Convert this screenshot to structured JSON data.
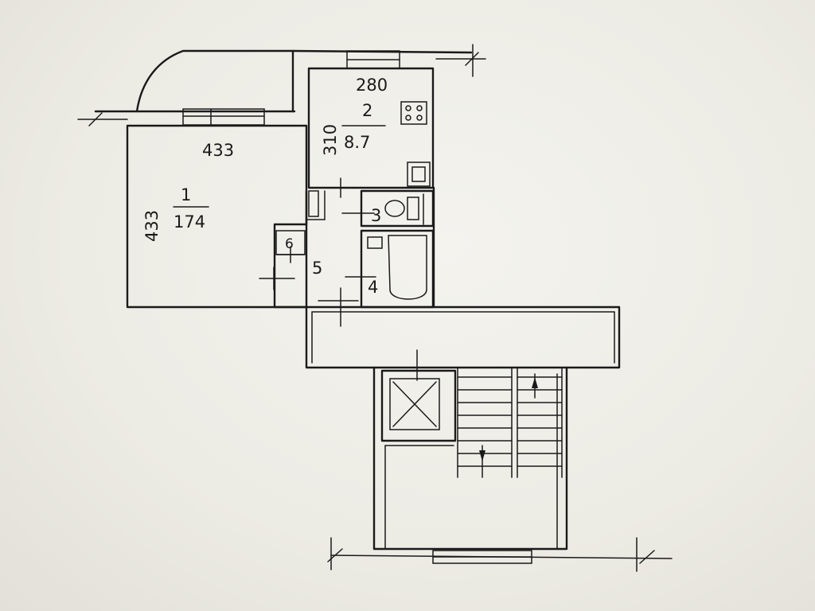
{
  "rooms": [
    {
      "number": "1",
      "area": "174"
    },
    {
      "number": "2",
      "area": "8.7"
    },
    {
      "number": "3"
    },
    {
      "number": "4"
    },
    {
      "number": "5"
    },
    {
      "number": "6"
    }
  ],
  "dimensions": {
    "room1_top": "433",
    "room1_side": "433",
    "room2_top": "280",
    "room2_side": "310"
  },
  "colors": {
    "ink": "#1a1a1a",
    "paper": "#f1f0ea"
  }
}
